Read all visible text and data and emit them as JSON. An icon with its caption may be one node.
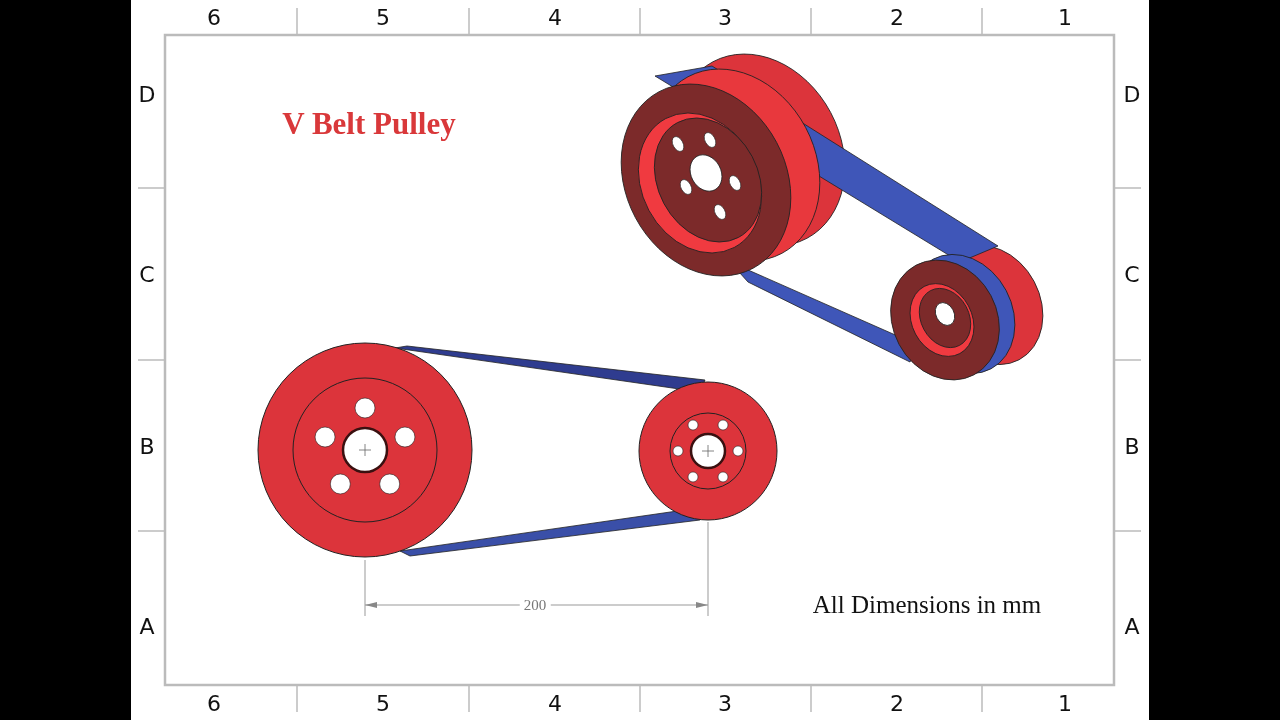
{
  "diagram": {
    "title": "V Belt Pulley",
    "labels": [
      "6",
      "5",
      "4",
      "3",
      "2",
      "1",
      "D",
      "D",
      "C",
      "C",
      "B",
      "B",
      "200",
      "All Dimensions in mm",
      "A",
      "A",
      "6",
      "5",
      "4",
      "3",
      "2",
      "1"
    ]
  }
}
